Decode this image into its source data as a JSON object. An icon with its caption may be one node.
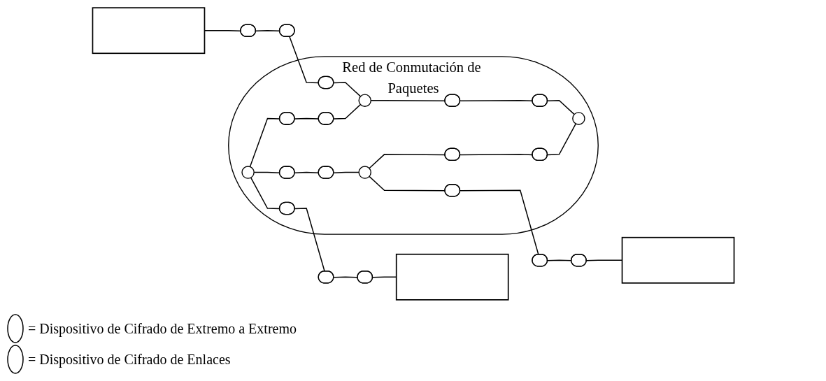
{
  "diagram": {
    "nodes": [
      {
        "text": [
          "Red de Conmutación de Paquetes"
        ]
      },
      {
        "text": [],
        "shape": "circle",
        "in": 0
      },
      {
        "text": [],
        "shape": "circle",
        "in": 0
      },
      {
        "text": [],
        "shape": "circle",
        "in": 0
      },
      {
        "text": [],
        "shape": "circle",
        "in": 0
      },
      {
        "text": [],
        "shape": "ellipse",
        "in": 0
      },
      {
        "text": [],
        "shape": "ellipse",
        "in": 0
      },
      {
        "text": [],
        "shape": "ellipse",
        "in": 0
      },
      {
        "text": [],
        "shape": "ellipse",
        "in": 0
      },
      {
        "text": [],
        "shape": "ellipse",
        "in": 0
      },
      {
        "text": [],
        "shape": "ellipse",
        "in": 0
      },
      {
        "text": [],
        "shape": "ellipse",
        "in": 0
      },
      {
        "text": [],
        "shape": "ellipse",
        "in": 0
      },
      {
        "text": [],
        "shape": "ellipse",
        "in": 0
      },
      {
        "text": [],
        "shape": "ellipse",
        "in": 0
      },
      {
        "text": [],
        "shape": "ellipse",
        "in": 0
      },
      {
        "text": [],
        "shape": "box"
      },
      {
        "text": [],
        "shape": "ellipse"
      },
      {
        "text": [],
        "shape": "ellipse"
      },
      {
        "text": [],
        "shape": "ellipse"
      },
      {
        "text": [],
        "shape": "ellipse"
      },
      {
        "text": [],
        "shape": "box"
      },
      {
        "text": [],
        "shape": "ellipse"
      },
      {
        "text": [],
        "shape": "ellipse"
      },
      {
        "text": [],
        "shape": "box"
      }
    ],
    "edges": [
      {
        "from": 16,
        "to": 17,
        "arrow": "none"
      },
      {
        "from": 17,
        "to": 18,
        "arrow": "none"
      },
      {
        "from": 18,
        "to": 14,
        "arrow": "none"
      },
      {
        "from": 14,
        "to": 2,
        "arrow": "none"
      },
      {
        "from": 1,
        "to": 13,
        "arrow": "none"
      },
      {
        "from": 13,
        "to": 19,
        "arrow": "none"
      },
      {
        "from": 19,
        "to": 20,
        "arrow": "none"
      },
      {
        "from": 20,
        "to": 21,
        "arrow": "none"
      },
      {
        "from": 1,
        "to": 5,
        "arrow": "none"
      },
      {
        "from": 5,
        "to": 6,
        "arrow": "none"
      },
      {
        "from": 6,
        "to": 2,
        "arrow": "none"
      },
      {
        "from": 1,
        "to": 7,
        "arrow": "none"
      },
      {
        "from": 7,
        "to": 8,
        "arrow": "none"
      },
      {
        "from": 8,
        "to": 3,
        "arrow": "none"
      },
      {
        "from": 2,
        "to": 9,
        "arrow": "none"
      },
      {
        "from": 9,
        "to": 10,
        "arrow": "none"
      },
      {
        "from": 10,
        "to": 4,
        "arrow": "none"
      },
      {
        "from": 3,
        "to": 11,
        "arrow": "none"
      },
      {
        "from": 11,
        "to": 12,
        "arrow": "none"
      },
      {
        "from": 12,
        "to": 4,
        "arrow": "none"
      },
      {
        "from": 3,
        "to": 15,
        "arrow": "none"
      },
      {
        "from": 15,
        "to": 22,
        "arrow": "none"
      },
      {
        "from": 22,
        "to": 23,
        "arrow": "none"
      },
      {
        "from": 23,
        "to": 24,
        "arrow": "none"
      }
    ],
    "legend": [
      {
        "text": "= Dispositivo de Cifrado de Extremo a Extremo"
      },
      {
        "text": "= Dispositivo de Cifrado de Enlaces"
      }
    ]
  }
}
